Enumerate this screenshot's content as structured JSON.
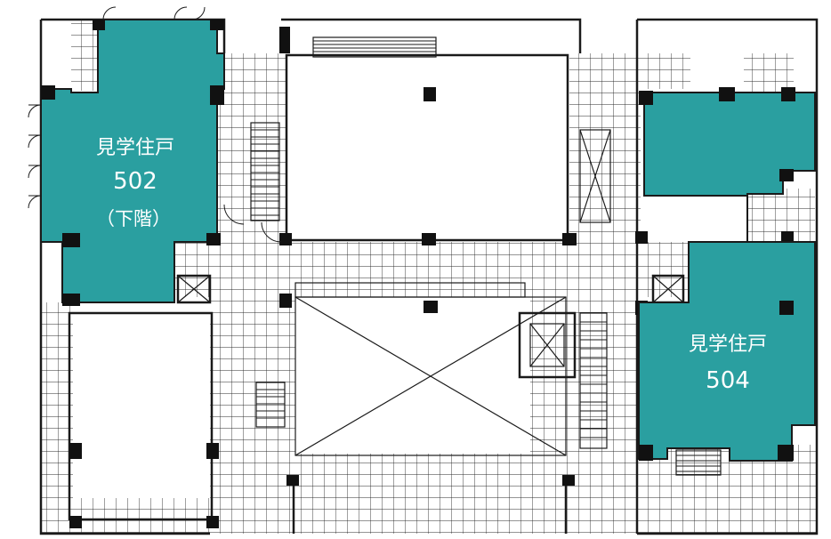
{
  "colors": {
    "unit_fill": "#2a9fa0",
    "wall": "#1a1a1a",
    "tile_line": "#2b2b2b",
    "label_text": "#ffffff"
  },
  "units": [
    {
      "title": "見学住戸",
      "number": "502",
      "note": "（下階）"
    },
    {
      "title": "見学住戸",
      "number": "504"
    }
  ]
}
